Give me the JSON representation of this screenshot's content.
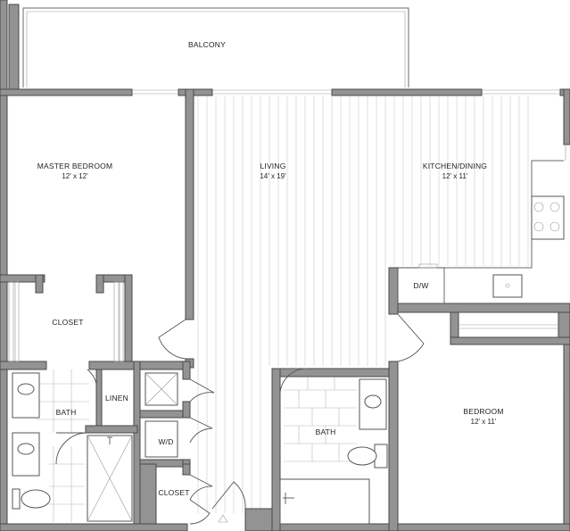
{
  "rooms": {
    "balcony": {
      "name": "BALCONY"
    },
    "master_bedroom": {
      "name": "MASTER BEDROOM",
      "size": "12' x 12'"
    },
    "living": {
      "name": "LIVING",
      "size": "14' x 19'"
    },
    "kitchen_dining": {
      "name": "KITCHEN/DINING",
      "size": "12' x 11'"
    },
    "bedroom": {
      "name": "BEDROOM",
      "size": "12' x 11'"
    },
    "closet_master": {
      "name": "CLOSET"
    },
    "bath_master": {
      "name": "BATH"
    },
    "linen": {
      "name": "LINEN"
    },
    "washer_dryer": {
      "name": "W/D"
    },
    "closet_hall": {
      "name": "CLOSET"
    },
    "bath_second": {
      "name": "BATH"
    },
    "dishwasher": {
      "name": "D/W"
    }
  },
  "colors": {
    "wall": "#939393",
    "wall_outline": "#4a4a4a",
    "floor_lines": "#d2d2d2"
  }
}
